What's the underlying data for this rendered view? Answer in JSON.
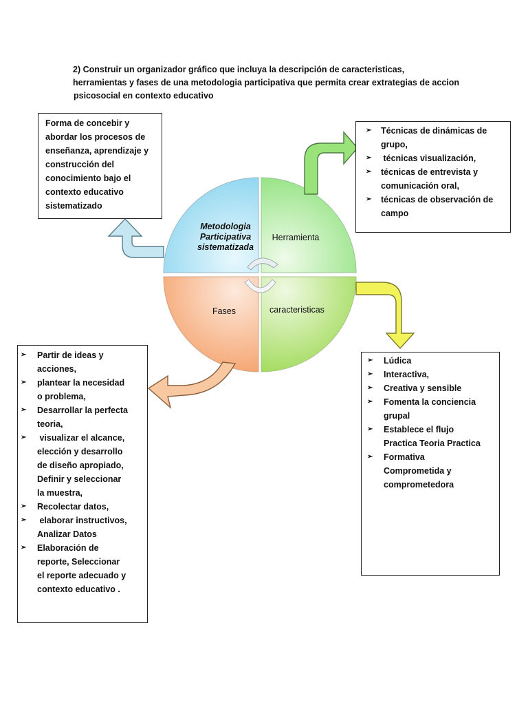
{
  "heading": {
    "line1": "2) Construir un organizador gráfico que incluya la descripción de caracteristicas,",
    "line2": "herramientas y fases de una metodologia participativa que permita crear extrategias de accion",
    "line3": "psicosocial en contexto  educativo"
  },
  "quadrants": {
    "top_left": {
      "line1": "Metodologia",
      "line2": "Participativa",
      "line3": "sistematizada"
    },
    "top_right": "Herramienta",
    "bottom_left": "Fases",
    "bottom_right": "caracteristicas"
  },
  "colors": {
    "top_left": "#9fdcf2",
    "top_right": "#a6e89a",
    "bottom_left": "#f5b184",
    "bottom_right": "#aee06b",
    "arrow_blue": "#c6e7f2",
    "arrow_green": "#9ae27a",
    "arrow_yellow": "#f2f25a",
    "arrow_orange": "#f8c8a0"
  },
  "box_top_left": {
    "lines": [
      "Forma de concebir y",
      "abordar los  procesos de",
      "enseñanza, aprendizaje y",
      "construcción del",
      "conocimiento bajo  el",
      "contexto  educativo",
      "sistematizado"
    ]
  },
  "box_top_right": {
    "bullet": "➢",
    "items": [
      {
        "l1": "Técnicas de dinámicas de",
        "l2": "grupo,"
      },
      {
        "l1": " técnicas visualización,",
        "l2": ""
      },
      {
        "l1": "técnicas de entrevista y",
        "l2": "comunicación oral,"
      },
      {
        "l1": "técnicas de observación de",
        "l2": "campo"
      }
    ]
  },
  "box_bottom_left": {
    "bullet": "➢",
    "items": [
      {
        "lines": [
          "Partir de ideas y",
          "acciones,"
        ]
      },
      {
        "lines": [
          "plantear la necesidad",
          "o problema,"
        ]
      },
      {
        "lines": [
          "Desarrollar la perfecta",
          "teoria,"
        ]
      },
      {
        "lines": [
          " visualizar el alcance,",
          "elección y desarrollo",
          "de diseño apropiado,",
          "Definir y seleccionar",
          "la muestra,"
        ]
      },
      {
        "lines": [
          "Recolectar datos,"
        ]
      },
      {
        "lines": [
          " elaborar instructivos,",
          "Analizar Datos"
        ]
      },
      {
        "lines": [
          "Elaboración de",
          "reporte, Seleccionar",
          "el reporte adecuado y",
          "contexto educativo ."
        ]
      }
    ]
  },
  "box_bottom_right": {
    "bullet": "➢",
    "items": [
      {
        "lines": [
          "Lúdica"
        ]
      },
      {
        "lines": [
          "Interactiva,"
        ]
      },
      {
        "lines": [
          "Creativa y sensible"
        ]
      },
      {
        "lines": [
          "Fomenta la conciencia",
          "grupal"
        ]
      },
      {
        "lines": [
          "Establece el flujo",
          "Practica Teoria Practica"
        ]
      },
      {
        "lines": [
          "Formativa",
          "Comprometida y",
          "comprometedora"
        ]
      }
    ]
  }
}
